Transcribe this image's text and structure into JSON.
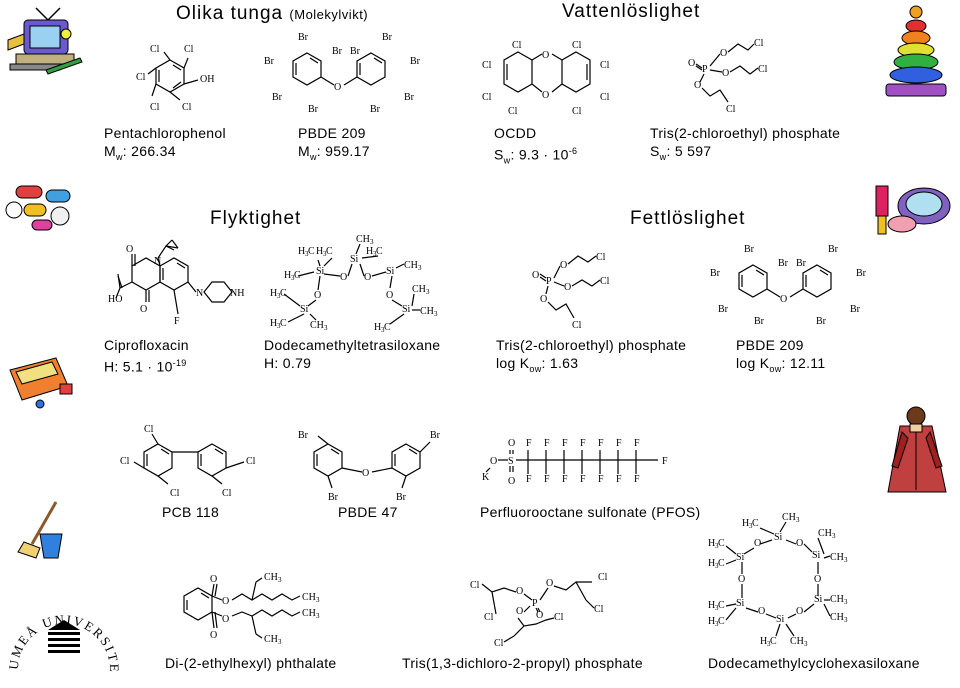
{
  "headers": {
    "olika": "Olika tunga",
    "olika_sub": "(Molekylvikt)",
    "vatten": "Vattenlöslighet",
    "flyktighet": "Flyktighet",
    "fett": "Fettlöslighet"
  },
  "compounds": {
    "pcp": {
      "name": "Pentachlorophenol",
      "prop": "M",
      "sub": "w",
      "value": ": 266.34"
    },
    "pbde209a": {
      "name": "PBDE 209",
      "prop": "M",
      "sub": "w",
      "value": ": 959.17"
    },
    "ocdd": {
      "name": "OCDD",
      "prop": "S",
      "sub": "w",
      "value": ": 9.3 · 10",
      "sup": "-6"
    },
    "tcep_a": {
      "name": "Tris(2-chloroethyl) phosphate",
      "prop": "S",
      "sub": "w",
      "value": ": 5 597"
    },
    "cipro": {
      "name": "Ciprofloxacin",
      "value": "H: 5.1 · 10",
      "sup": "-19"
    },
    "d4": {
      "name": "Dodecamethyltetrasiloxane",
      "value": "H: 0.79"
    },
    "tcep_b": {
      "name": "Tris(2-chloroethyl) phosphate",
      "prop": "log K",
      "sub": "ow",
      "value": ": 1.63"
    },
    "pbde209b": {
      "name": "PBDE 209",
      "prop": "log K",
      "sub": "ow",
      "value": ": 12.11"
    },
    "pcb118": {
      "name": "PCB 118"
    },
    "pbde47": {
      "name": "PBDE 47"
    },
    "pfos": {
      "name": "Perfluorooctane sulfonate (PFOS)"
    },
    "dehp": {
      "name": "Di-(2-ethylhexyl) phthalate"
    },
    "tdcpp": {
      "name": "Tris(1,3-dichloro-2-propyl) phosphate"
    },
    "d6": {
      "name": "Dodecamethylcyclohexasiloxane"
    }
  },
  "logo": {
    "text": "UMEÅ UNIVERSITET"
  },
  "clipart": [
    "computer-tools-clipart",
    "ring-stacker-clipart",
    "pills-clipart",
    "makeup-clipart",
    "toothpaste-clipart",
    "coat-clipart",
    "mop-bucket-clipart"
  ]
}
